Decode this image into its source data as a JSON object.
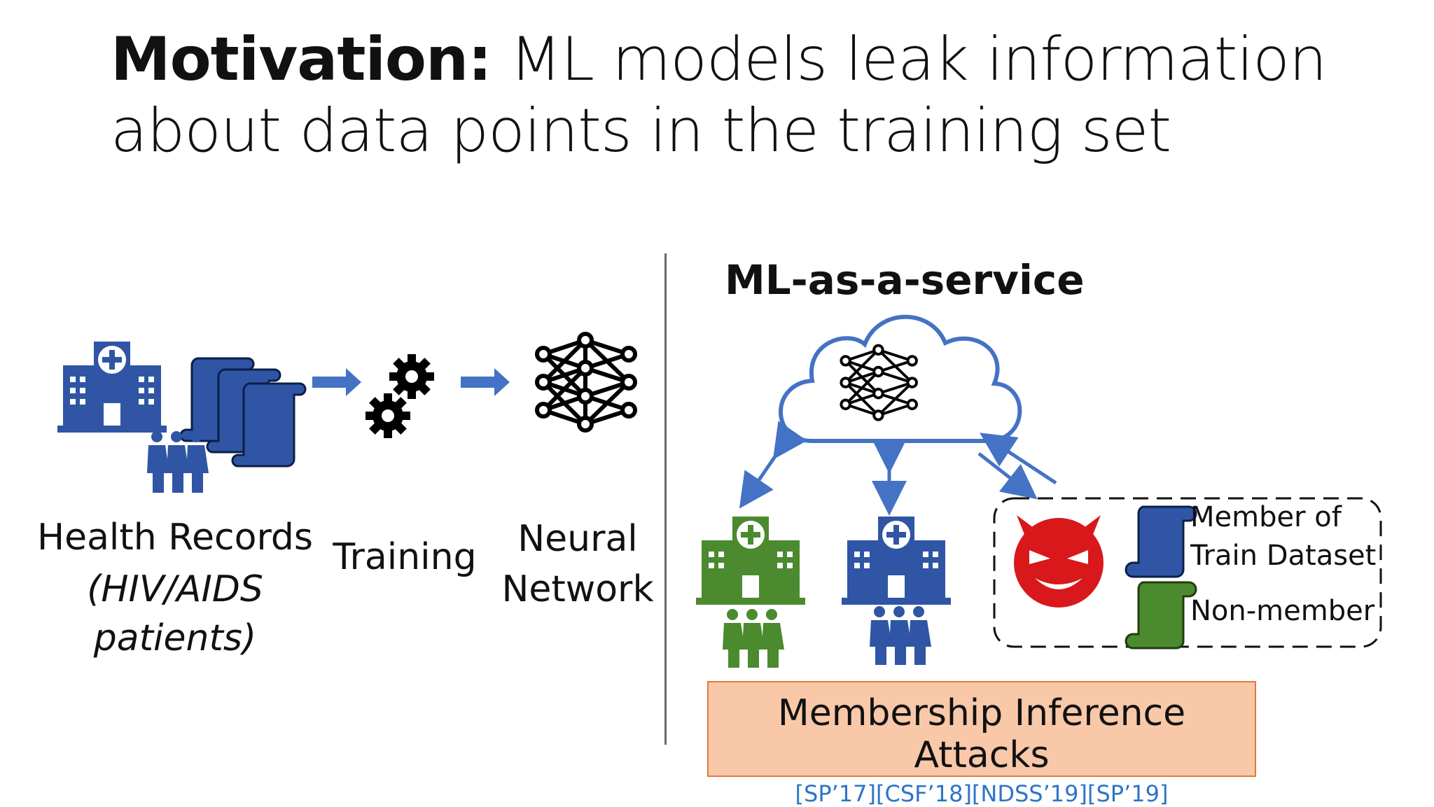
{
  "slide": {
    "title_bold": "Motivation:",
    "title_rest": " ML models leak information about data points in the training set",
    "left": {
      "health_label": "Health Records",
      "health_sub1": "(HIV/AIDS",
      "health_sub2": "patients)",
      "training_label": "Training",
      "nn_label_1": "Neural",
      "nn_label_2": "Network"
    },
    "right": {
      "service_title": "ML-as-a-service",
      "member_label_1": "Member of",
      "member_label_2": "Train Dataset",
      "nonmember_label": "Non-member",
      "attack_title": "Membership Inference Attacks",
      "attack_refs": "[SP’17][CSF’18][NDSS’19][SP’19]"
    },
    "colors": {
      "blue": "#2f55a4",
      "green": "#4b8a2e",
      "arrow_blue": "#4472c4",
      "devil_red": "#d9181b",
      "attack_bg": "#f8c8a8",
      "attack_border": "#e07a3c",
      "ref_blue": "#2e75c5"
    },
    "icons": [
      "hospital-icon",
      "scroll-icon",
      "people-icon",
      "gears-icon",
      "neural-network-icon",
      "cloud-icon",
      "devil-icon"
    ]
  }
}
